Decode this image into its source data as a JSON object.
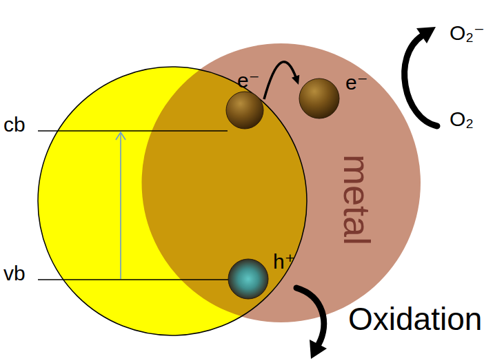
{
  "diagram": {
    "nodes": [
      {
        "text": [
          "metal"
        ]
      },
      {
        "text": [
          "e⁻"
        ],
        "in": 0
      },
      {
        "text": [
          "e⁻"
        ],
        "in": 0
      },
      {
        "text": [
          "h⁺"
        ],
        "in": 0
      }
    ],
    "edges": [
      {
        "from": 1,
        "to": 2,
        "arrow": "to"
      }
    ],
    "labels": [
      "cb",
      "vb",
      "O₂⁻",
      "O₂",
      "Oxidation"
    ]
  }
}
